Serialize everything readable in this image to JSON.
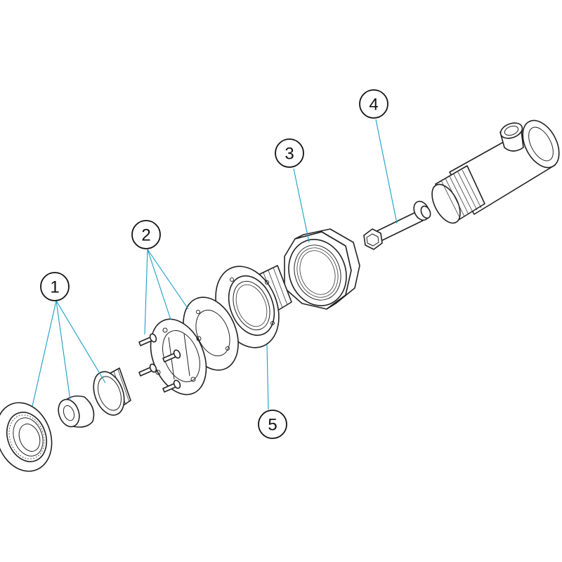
{
  "callouts": [
    {
      "number": "1"
    },
    {
      "number": "2"
    },
    {
      "number": "3"
    },
    {
      "number": "4"
    },
    {
      "number": "5"
    }
  ],
  "colors": {
    "leader_line": "#1a9ec4",
    "outline": "#222222",
    "background": "#ffffff"
  }
}
